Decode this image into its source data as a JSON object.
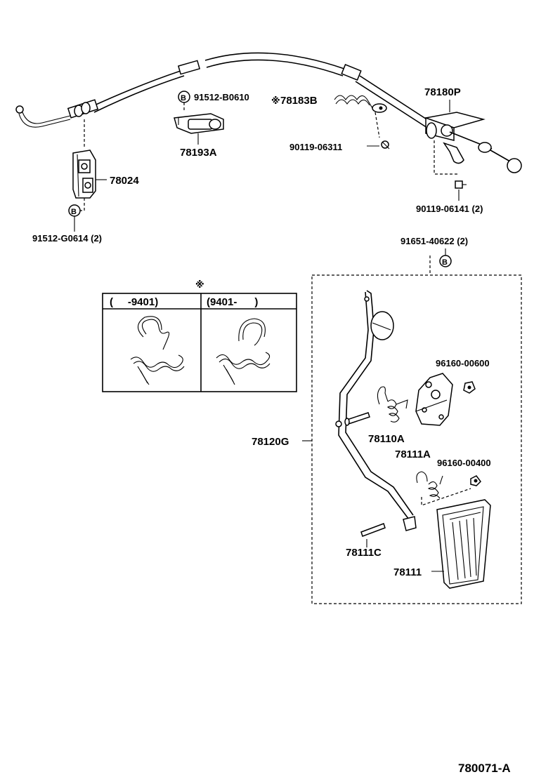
{
  "diagram": {
    "figure_id": "780071-A",
    "parts": {
      "bolt_b0610": "91512-B0610",
      "spring_78183b": "78183B",
      "bracket_78180p": "78180P",
      "clip_78193a": "78193A",
      "screw_06311": "90119-06311",
      "bracket_78024": "78024",
      "screw_06141": "90119-06141 (2)",
      "bolt_g0614": "91512-G0614 (2)",
      "bolt_40622": "91651-40622 (2)",
      "nut_00600": "96160-00600",
      "lever_78120g": "78120G",
      "spring_78110a": "78110A",
      "spring_78111a": "78111A",
      "nut_00400": "96160-00400",
      "pin_78111c": "78111C",
      "pad_78111": "78111"
    },
    "markers": {
      "bolt_symbol": "B",
      "ref_mark": "※"
    },
    "inset": {
      "mark": "※",
      "col1": "(     -9401)",
      "col2": "(9401-      )"
    }
  }
}
